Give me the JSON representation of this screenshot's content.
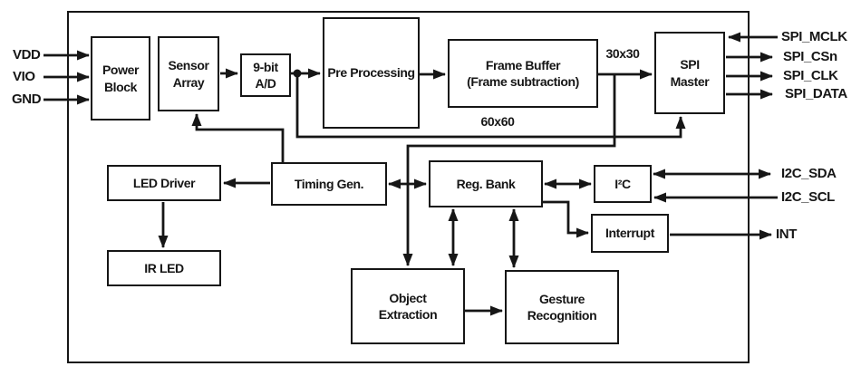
{
  "meta": {
    "background": "#ffffff",
    "ink": "#161616"
  },
  "blocks": {
    "power_block": {
      "lines": [
        "Power",
        "Block"
      ]
    },
    "sensor_array": {
      "lines": [
        "Sensor",
        "Array"
      ]
    },
    "adc_9bit": {
      "lines": [
        "9-bit",
        "A/D"
      ]
    },
    "pre_processing": {
      "lines": [
        "Pre Processing"
      ]
    },
    "frame_buffer": {
      "lines": [
        "Frame Buffer",
        "(Frame subtraction)"
      ]
    },
    "spi_master": {
      "lines": [
        "SPI",
        "Master"
      ]
    },
    "led_driver": {
      "lines": [
        "LED Driver"
      ]
    },
    "timing_gen": {
      "lines": [
        "Timing Gen."
      ]
    },
    "reg_bank": {
      "lines": [
        "Reg. Bank"
      ]
    },
    "i2c": {
      "lines": [
        "I²C"
      ]
    },
    "interrupt": {
      "lines": [
        "Interrupt"
      ]
    },
    "ir_led": {
      "lines": [
        "IR LED"
      ]
    },
    "object_extraction": {
      "lines": [
        "Object",
        "Extraction"
      ]
    },
    "gesture_recognition": {
      "lines": [
        "Gesture",
        "Recognition"
      ]
    }
  },
  "bus_labels": {
    "frame_to_spi": "30x30",
    "adc_to_spi": "60x60"
  },
  "pins": {
    "left": [
      "VDD",
      "VIO",
      "GND"
    ],
    "right": [
      "SPI_MCLK",
      "SPI_CSn",
      "SPI_CLK",
      "SPI_DATA",
      "I2C_SDA",
      "I2C_SCL",
      "INT"
    ]
  }
}
